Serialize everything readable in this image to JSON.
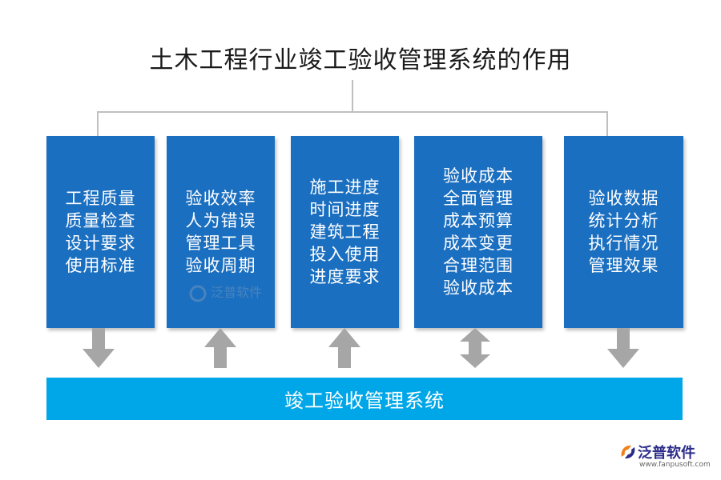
{
  "title": "土木工程行业竣工验收管理系统的作用",
  "boxes": [
    {
      "lines": [
        "工程质量",
        "质量检查",
        "设计要求",
        "使用标准"
      ],
      "arrow": "down"
    },
    {
      "lines": [
        "验收效率",
        "人为错误",
        "管理工具",
        "验收周期"
      ],
      "arrow": "up"
    },
    {
      "lines": [
        "施工进度",
        "时间进度",
        "建筑工程",
        "投入使用",
        "进度要求"
      ],
      "arrow": "up"
    },
    {
      "lines": [
        "验收成本",
        "全面管理",
        "成本预算",
        "成本变更",
        "合理范围",
        "验收成本"
      ],
      "arrow": "both"
    },
    {
      "lines": [
        "验收数据",
        "统计分析",
        "执行情况",
        "管理效果"
      ],
      "arrow": "down"
    }
  ],
  "bottom_bar": "竣工验收管理系统",
  "watermark": "泛普软件",
  "logo": {
    "brand": "泛普软件",
    "url": "www.fanpusoft.com"
  },
  "colors": {
    "box": "#1b6fc0",
    "bar": "#00a7e8",
    "arrow": "#a6a6a6",
    "connector": "#bfbfbf"
  }
}
